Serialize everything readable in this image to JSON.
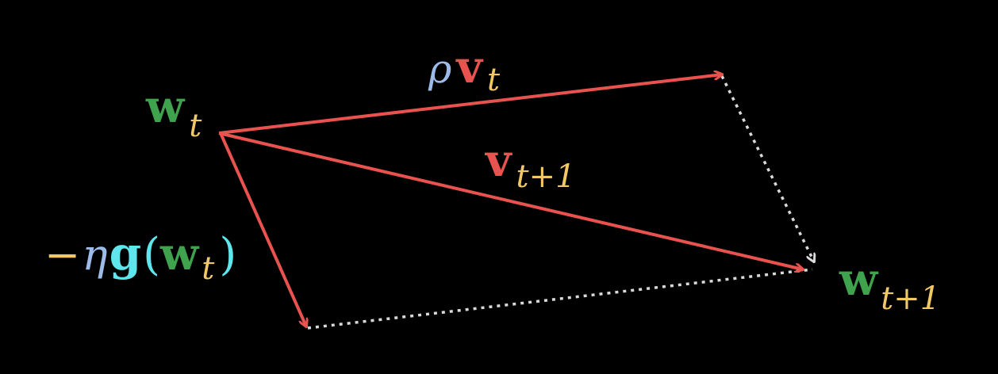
{
  "colors": {
    "background": "#000000",
    "vector": "#e8524f",
    "dotted": "#d9d9d9",
    "w_bold": "#3fa34d",
    "subscript": "#f2c766",
    "rho": "#9dbbe8",
    "g_bold": "#5ee6ec",
    "paren": "#5ee6ec",
    "neg_eta": "#f2c766",
    "v_bold": "#e8524f"
  },
  "labels": {
    "w_t": {
      "base": "w",
      "sub": "t"
    },
    "rho_v_t": {
      "rho": "ρ",
      "base": "v",
      "sub": "t"
    },
    "v_t1": {
      "base": "v",
      "sub": "t+1"
    },
    "w_t1": {
      "base": "w",
      "sub": "t+1"
    },
    "neg_eta_g": {
      "minus": "−",
      "eta": "η",
      "g": "g",
      "open_paren": "(",
      "w": "w",
      "sub": "t",
      "close_paren": ")"
    }
  }
}
